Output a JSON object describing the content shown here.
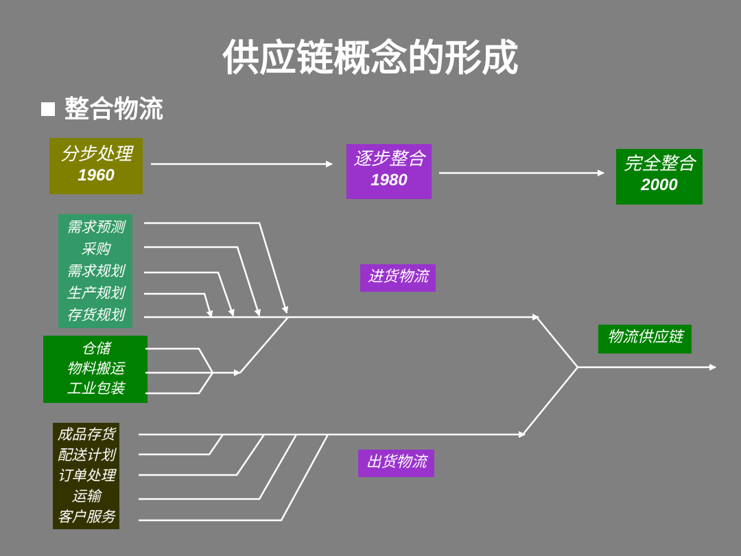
{
  "title": "供应链概念的形成",
  "bullet": "整合物流",
  "eras": [
    {
      "label": "分步处理",
      "year": "1960",
      "color": "#808000"
    },
    {
      "label": "逐步整合",
      "year": "1980",
      "color": "#9933CC"
    },
    {
      "label": "完全整合",
      "year": "2000",
      "color": "#008000"
    }
  ],
  "inbound_group": {
    "items": [
      "需求预测",
      "采购",
      "需求规划",
      "生产规划",
      "存货规划"
    ],
    "color": "#339966"
  },
  "storage_group": {
    "items": [
      "仓储",
      "物料搬运",
      "工业包装"
    ],
    "color": "#008000"
  },
  "outbound_group": {
    "items": [
      "成品存货",
      "配送计划",
      "订单处理",
      "运输",
      "客户服务"
    ],
    "color": "#333300"
  },
  "labels": {
    "inbound": "进货物流",
    "outbound": "出货物流",
    "supply_chain": "物流供应链",
    "color": "#9933CC"
  }
}
